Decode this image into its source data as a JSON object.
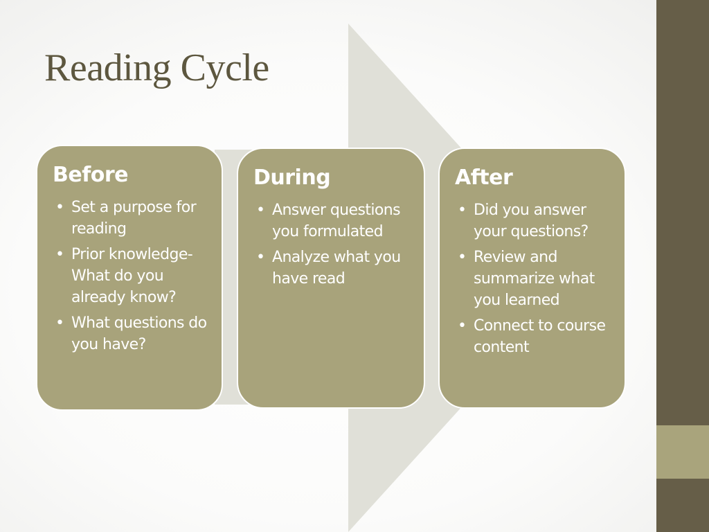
{
  "slide": {
    "title": "Reading Cycle"
  },
  "stages": [
    {
      "title": "Before",
      "bullets": [
        "Set a purpose for reading",
        "Prior knowledge- What do you already know?",
        "What questions do you have?"
      ]
    },
    {
      "title": "During",
      "bullets": [
        "Answer questions you formulated",
        "Analyze what you have read"
      ]
    },
    {
      "title": "After",
      "bullets": [
        "Did you answer your questions?",
        "Review and summarize what you learned",
        "Connect to course content"
      ]
    }
  ],
  "colors": {
    "box_fill": "#a8a37b",
    "arrow_fill": "#e0e0d8",
    "title_text": "#5d573f",
    "side_bar": "#665e48",
    "side_accent": "#a9a47c"
  }
}
